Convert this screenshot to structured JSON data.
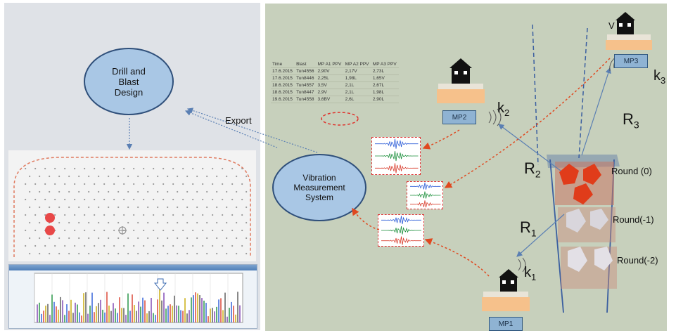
{
  "left": {
    "design_label": "Drill and\nBlast\nDesign",
    "export_label": "Export"
  },
  "right": {
    "system_label": "Vibration\nMeasurement\nSystem",
    "table": {
      "headers": [
        "Time",
        "Blast",
        "MP A1 PPV",
        "MP A2 PPV",
        "MP A3 PPV"
      ],
      "rows": [
        [
          "17.6.2015",
          "Tun4556",
          "2,90V",
          "2,17V",
          "2,73L"
        ],
        [
          "17.6.2015",
          "Tun8446",
          "2,25L",
          "1,98L",
          "1,65V"
        ],
        [
          "18.6.2015",
          "Tun4557",
          "3,5V",
          "2,1L",
          "2,67L"
        ],
        [
          "18.6.2015",
          "Tun8447",
          "2,9V",
          "2,1L",
          "1,98L"
        ],
        [
          "19.6.2015",
          "Tun4558",
          "3,6BV",
          "2,6L",
          "2,90L"
        ]
      ]
    },
    "points": {
      "mp1": "MP1",
      "mp2": "MP2",
      "mp3": "MP3"
    },
    "k": {
      "k1": "k",
      "k1_sub": "1",
      "k2": "k",
      "k2_sub": "2",
      "k3": "k",
      "k3_sub": "3"
    },
    "r": {
      "r1": "R",
      "r1_sub": "1",
      "r2": "R",
      "r2_sub": "2",
      "r3": "R",
      "r3_sub": "3"
    },
    "v_label": "V",
    "rounds": [
      "Round (0)",
      "Round(-1)",
      "Round(-2)"
    ]
  },
  "colors": {
    "ellipse_fill": "#a9c7e5",
    "arrow_blue": "#5a7fb3",
    "arrow_red": "#e0481f",
    "blast_red": "#e03c1a",
    "charge_red": "#e84848"
  }
}
